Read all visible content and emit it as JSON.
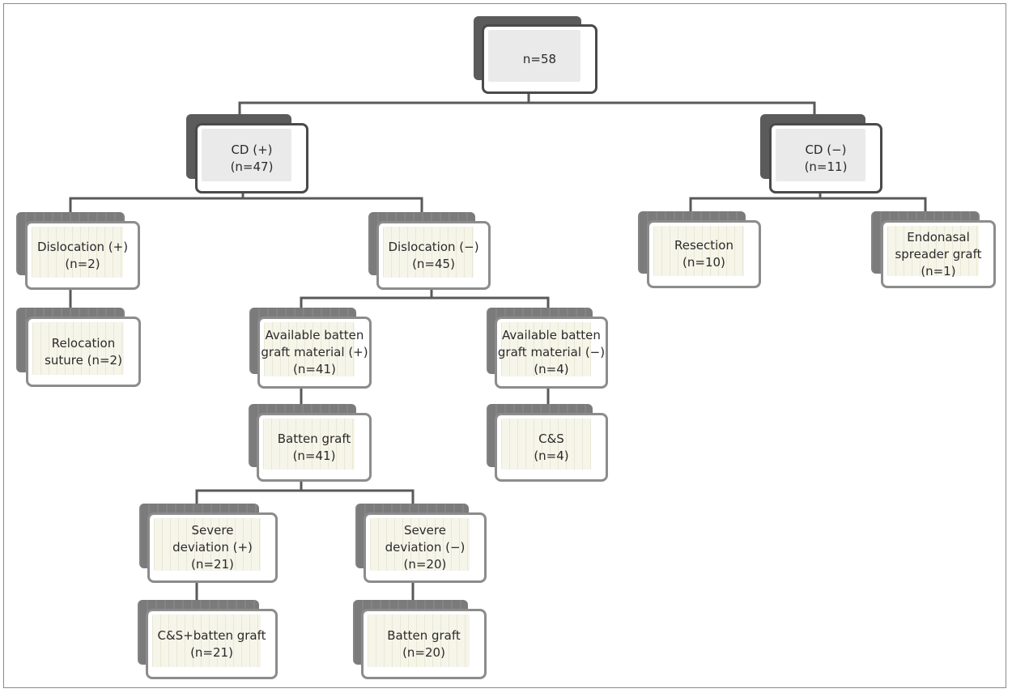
{
  "nodes": {
    "root": {
      "lines": [
        "n=58"
      ]
    },
    "cd_pos": {
      "lines": [
        "CD (+)",
        "(n=47)"
      ]
    },
    "cd_neg": {
      "lines": [
        "CD (−)",
        "(n=11)"
      ]
    },
    "dislocation_pos": {
      "lines": [
        "Dislocation (+)",
        "(n=2)"
      ]
    },
    "dislocation_neg": {
      "lines": [
        "Dislocation (−)",
        "(n=45)"
      ]
    },
    "resection": {
      "lines": [
        "Resection",
        "(n=10)"
      ]
    },
    "endonasal_spreader": {
      "lines": [
        "Endonasal",
        "spreader graft",
        "(n=1)"
      ]
    },
    "relocation_suture": {
      "lines": [
        "Relocation",
        "suture (n=2)"
      ]
    },
    "available_batten_pos": {
      "lines": [
        "Available batten",
        "graft material (+)",
        "(n=41)"
      ]
    },
    "available_batten_neg": {
      "lines": [
        "Available batten",
        "graft material (−)",
        "(n=4)"
      ]
    },
    "batten_graft_41": {
      "lines": [
        "Batten graft",
        "(n=41)"
      ]
    },
    "cs_4": {
      "lines": [
        "C&S",
        "(n=4)"
      ]
    },
    "severe_dev_pos": {
      "lines": [
        "Severe",
        "deviation (+)",
        "(n=21)"
      ]
    },
    "severe_dev_neg": {
      "lines": [
        "Severe",
        "deviation (−)",
        "(n=20)"
      ]
    },
    "cs_batten_21": {
      "lines": [
        "C&S+batten graft",
        "(n=21)"
      ]
    },
    "batten_graft_20": {
      "lines": [
        "Batten graft",
        "(n=20)"
      ]
    }
  },
  "colors": {
    "connector": "#595959",
    "shadow_dark": "#5b5b5b",
    "shadow_mid": "#7b7b7b",
    "border_strong": "#4a4a4a",
    "border_light": "#8c8c8c",
    "fill_grey": "#eaeaea",
    "fill_pale": "#f6f5ea"
  }
}
